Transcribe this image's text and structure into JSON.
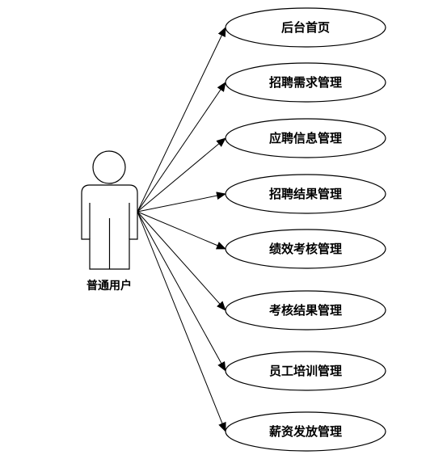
{
  "actor": {
    "label": "普通用户"
  },
  "use_cases": [
    {
      "id": "uc1",
      "label": "后台首页"
    },
    {
      "id": "uc2",
      "label": "招聘需求管理"
    },
    {
      "id": "uc3",
      "label": "应聘信息管理"
    },
    {
      "id": "uc4",
      "label": "招聘结果管理"
    },
    {
      "id": "uc5",
      "label": "绩效考核管理"
    },
    {
      "id": "uc6",
      "label": "考核结果管理"
    },
    {
      "id": "uc7",
      "label": "员工培训管理"
    },
    {
      "id": "uc8",
      "label": "薪资发放管理"
    }
  ],
  "colors": {
    "stroke": "#000000",
    "background": "#ffffff"
  }
}
